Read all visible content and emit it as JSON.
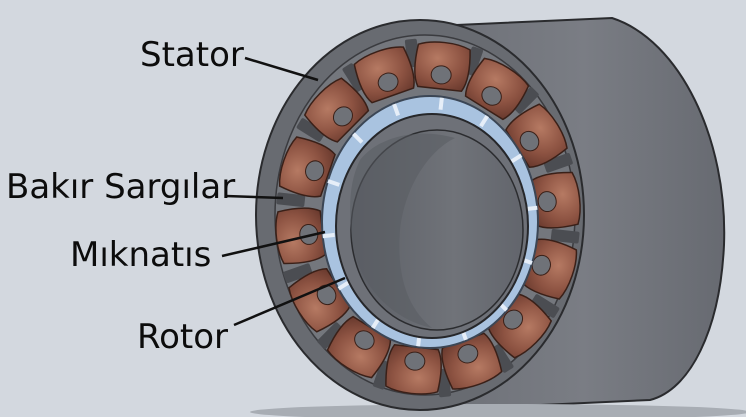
{
  "labels": {
    "stator": "Stator",
    "bakir_sargilar": "Bakır Sargılar",
    "miknatis": "Mıknatıs",
    "rotor": "Rotor"
  },
  "colors": {
    "background": "#d3d8df",
    "housing": "#75787f",
    "housing_dark": "#5d6067",
    "stator_face": "#6a6d73",
    "copper": "#8a5040",
    "copper_light": "#b0715c",
    "magnet": "#a9c3e0",
    "rotor": "#6e7178",
    "leader": "#111111",
    "text": "#0c0c0c"
  },
  "winding_count": 14
}
